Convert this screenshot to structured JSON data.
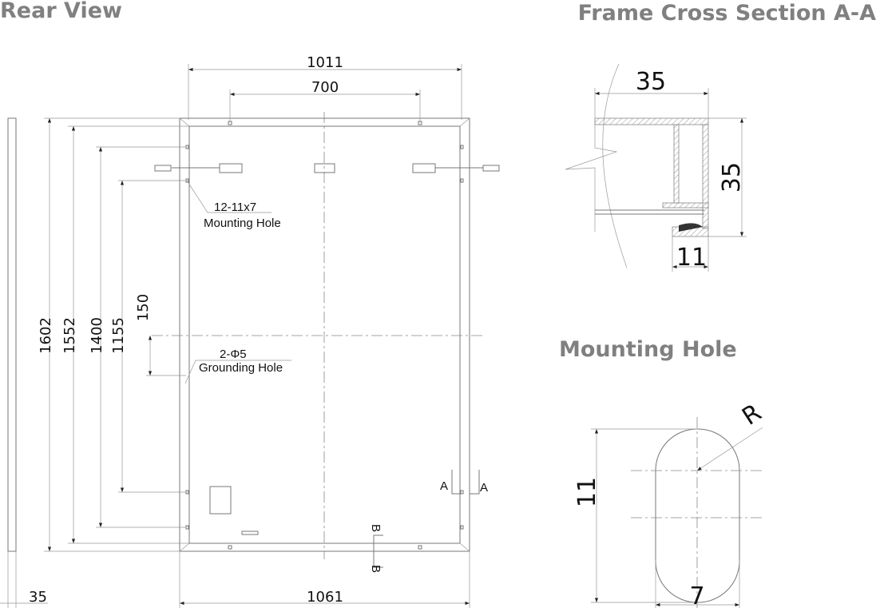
{
  "titles": {
    "rear_view": "Rear View",
    "cross_section": "Frame Cross Section A-A",
    "mounting_hole": "Mounting Hole"
  },
  "rear_view": {
    "dimensions": {
      "width_inner": "1011",
      "hole_spacing_top": "700",
      "height_total": "1602",
      "height_1552": "1552",
      "height_1400": "1400",
      "height_1155": "1155",
      "ground_offset": "150",
      "width_total": "1061",
      "thickness": "35"
    },
    "notes": {
      "mounting_hole_spec": "12-11x7",
      "mounting_hole_label": "Mounting Hole",
      "grounding_hole_spec": "2-Φ5",
      "grounding_hole_label": "Grounding Hole"
    },
    "section_marks": {
      "a_left": "A",
      "a_right": "A",
      "b_top": "B",
      "b_bottom": "B"
    }
  },
  "cross_section": {
    "width": "35",
    "height": "35",
    "lip": "11"
  },
  "mounting_hole": {
    "radius_label": "R",
    "height": "11",
    "width": "7"
  }
}
